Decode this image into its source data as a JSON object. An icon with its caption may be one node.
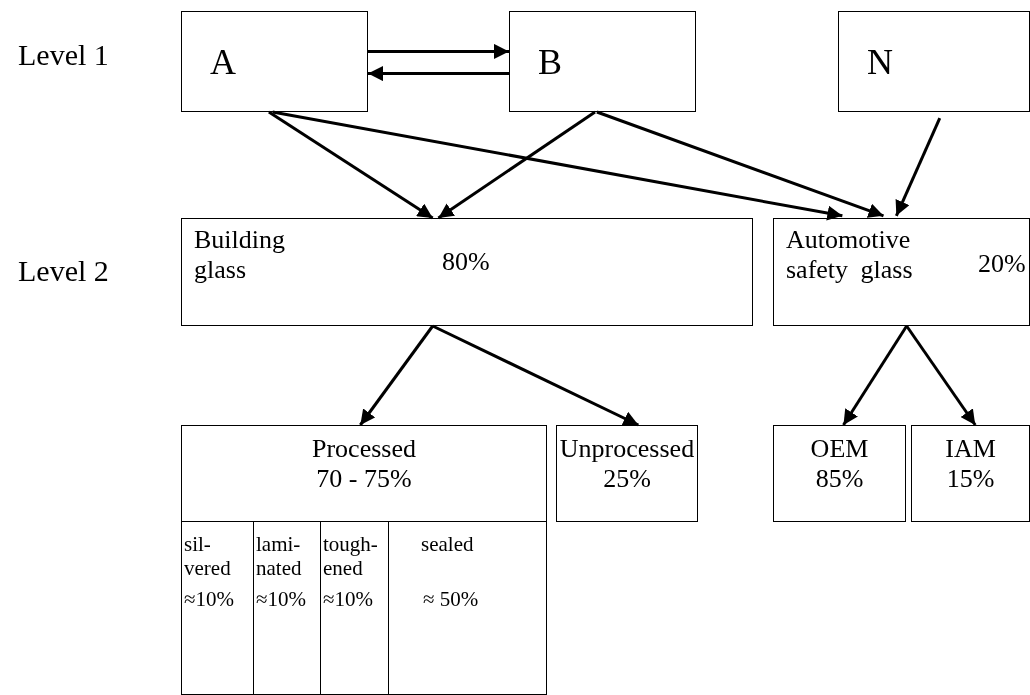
{
  "diagram": {
    "nodes": [
      {
        "text": [
          "A"
        ]
      },
      {
        "text": [
          "B"
        ]
      },
      {
        "text": [
          "N"
        ]
      },
      {
        "text": [
          "Building glass",
          "80%"
        ]
      },
      {
        "text": [
          "Automotive safety glass",
          "20%"
        ]
      },
      {
        "text": [
          "Processed",
          "70 - 75%"
        ]
      },
      {
        "text": [
          "Unprocessed",
          "25%"
        ]
      },
      {
        "text": [
          "OEM",
          "85%"
        ]
      },
      {
        "text": [
          "IAM",
          "15%"
        ]
      },
      {
        "text": [
          "sil- vered",
          "≈10%"
        ]
      },
      {
        "text": [
          "lami- nated",
          "≈10%"
        ]
      },
      {
        "text": [
          "tough- ened",
          "≈10%"
        ]
      },
      {
        "text": [
          "sealed",
          "≈ 50%"
        ]
      }
    ],
    "edges": [
      {
        "from": 0,
        "to": 1,
        "arrow": "to"
      },
      {
        "from": 1,
        "to": 0,
        "arrow": "to"
      },
      {
        "from": 0,
        "to": 3,
        "arrow": "to"
      },
      {
        "from": 0,
        "to": 4,
        "arrow": "to"
      },
      {
        "from": 1,
        "to": 3,
        "arrow": "to"
      },
      {
        "from": 1,
        "to": 4,
        "arrow": "to"
      },
      {
        "from": 2,
        "to": 4,
        "arrow": "to"
      },
      {
        "from": 3,
        "to": 5,
        "arrow": "to"
      },
      {
        "from": 3,
        "to": 6,
        "arrow": "to"
      },
      {
        "from": 4,
        "to": 7,
        "arrow": "to"
      },
      {
        "from": 4,
        "to": 8,
        "arrow": "to"
      }
    ],
    "labels": [
      "Level 1",
      "Level 2"
    ]
  }
}
